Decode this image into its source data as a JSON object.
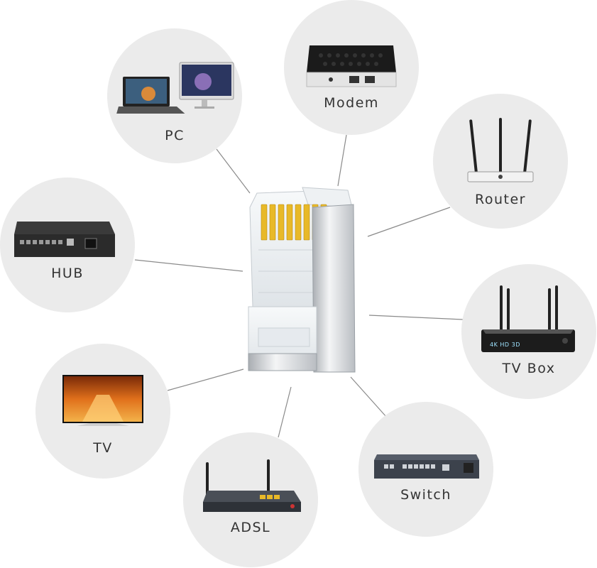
{
  "diagram": {
    "center": "rj45-connector",
    "devices": [
      {
        "id": "pc",
        "label": "PC",
        "icon": "pc-icon"
      },
      {
        "id": "modem",
        "label": "Modem",
        "icon": "modem-icon"
      },
      {
        "id": "router",
        "label": "Router",
        "icon": "router-icon"
      },
      {
        "id": "hub",
        "label": "HUB",
        "icon": "hub-icon"
      },
      {
        "id": "tvbox",
        "label": "TV Box",
        "icon": "tv-box-icon",
        "screen_text": "4K HD 3D"
      },
      {
        "id": "tv",
        "label": "TV",
        "icon": "tv-icon"
      },
      {
        "id": "adsl",
        "label": "ADSL",
        "icon": "adsl-icon"
      },
      {
        "id": "switch",
        "label": "Switch",
        "icon": "switch-icon"
      }
    ]
  },
  "colors": {
    "circle": "#ebebeb",
    "line": "#8a8a8a",
    "label": "#333333",
    "gold_pins": "#e8b928"
  }
}
